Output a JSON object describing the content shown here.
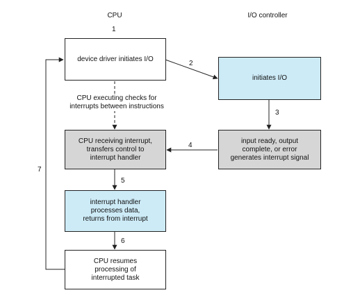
{
  "headers": {
    "cpu": "CPU",
    "io": "I/O controller"
  },
  "steps": {
    "s1": "1",
    "s2": "2",
    "s3": "3",
    "s4": "4",
    "s5": "5",
    "s6": "6",
    "s7": "7"
  },
  "boxes": {
    "driver": "device driver initiates I/O",
    "io_init": "initiates I/O",
    "cpu_receive": "CPU receiving interrupt,\ntransfers control to\ninterrupt handler",
    "io_ready": "input ready, output\ncomplete, or error\ngenerates interrupt signal",
    "handler": "interrupt handler\nprocesses data,\nreturns from interrupt",
    "resume": "CPU resumes\nprocessing of\ninterrupted task"
  },
  "note": "CPU executing checks for\ninterrupts between instructions",
  "colors": {
    "blue": "#cdebf7",
    "gray": "#d6d6d6",
    "line": "#222222"
  }
}
